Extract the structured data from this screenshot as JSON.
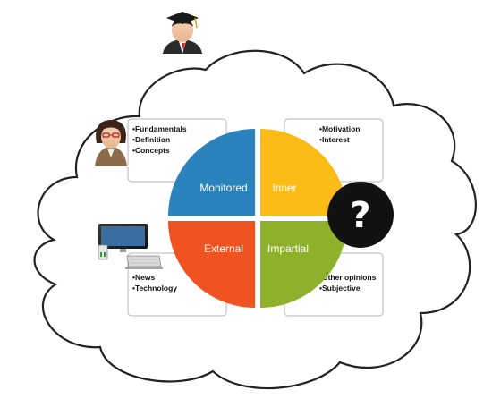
{
  "diagram": {
    "quadrants": [
      {
        "label": "Monitored",
        "color": "#2b83bd"
      },
      {
        "label": "Inner",
        "color": "#fbbc17"
      },
      {
        "label": "External",
        "color": "#f05322"
      },
      {
        "label": "Impartial",
        "color": "#8db12b"
      }
    ],
    "boxes": {
      "top_left": [
        "•Fundamentals",
        "•Definition",
        "•Concepts"
      ],
      "top_right": [
        "•Motivation",
        "•Interest"
      ],
      "bottom_left": [
        "•News",
        "•Technology"
      ],
      "bottom_right": [
        "•Other opinions",
        "•Subjective"
      ]
    },
    "question_symbol": "?",
    "icons": [
      "graduate-icon",
      "teacher-icon",
      "computer-icon",
      "question-mark-icon"
    ]
  }
}
